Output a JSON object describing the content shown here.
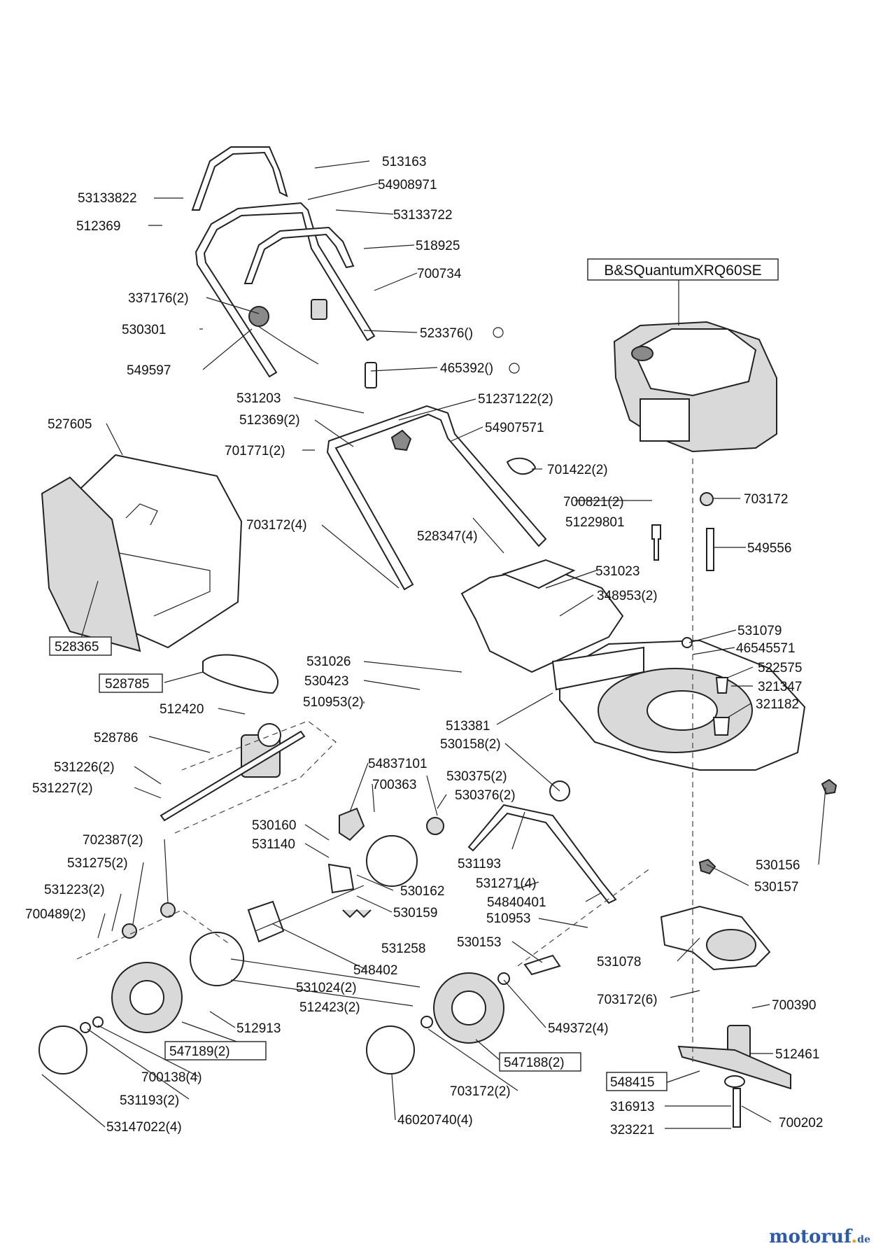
{
  "engine_label": "B&SQuantumXRQ60SE",
  "callouts": {
    "c513163": "513163",
    "c53133822": "53133822",
    "c54908971": "54908971",
    "c53133722": "53133722",
    "c512369": "512369",
    "c518925": "518925",
    "c700734": "700734",
    "c337176": "337176(2)",
    "c530301": "530301",
    "c523376": "523376()",
    "c549597": "549597",
    "c465392": "465392()",
    "c531203": "531203",
    "c51237122": "51237122(2)",
    "c512369b": "512369(2)",
    "c54907571": "54907571",
    "c527605": "527605",
    "c701771": "701771(2)",
    "c701422": "701422(2)",
    "c700821": "700821(2)",
    "c703172a": "703172",
    "c51229801": "51229801",
    "c703172b": "703172(4)",
    "c528347": "528347(4)",
    "c549556": "549556",
    "c531023": "531023",
    "c348953": "348953(2)",
    "c528365": "528365",
    "c531079": "531079",
    "c46545571": "46545571",
    "c522575": "522575",
    "c531026": "531026",
    "c321347": "321347",
    "c530423": "530423",
    "c528785": "528785",
    "c510953a": "510953(2)",
    "c321182": "321182",
    "c512420": "512420",
    "c513381": "513381",
    "c528786": "528786",
    "c530158": "530158(2)",
    "c54837101": "54837101",
    "c531226": "531226(2)",
    "c530375": "530375(2)",
    "c700363": "700363",
    "c531227": "531227(2)",
    "c530376": "530376(2)",
    "c530160": "530160",
    "c531140": "531140",
    "c702387": "702387(2)",
    "c531193a": "531193",
    "c530156": "530156",
    "c531275": "531275(2)",
    "c531271": "531271(4)",
    "c530162": "530162",
    "c530157": "530157",
    "c531223": "531223(2)",
    "c54840401": "54840401",
    "c530159": "530159",
    "c700489": "700489(2)",
    "c510953b": "510953",
    "c531258": "531258",
    "c530153": "530153",
    "c531078": "531078",
    "c548402": "548402",
    "c531024": "531024(2)",
    "c703172c": "703172(6)",
    "c512423": "512423(2)",
    "c700390": "700390",
    "c512913": "512913",
    "c549372": "549372(4)",
    "c547189": "547189(2)",
    "c512461": "512461",
    "c700138": "700138(4)",
    "c547188": "547188(2)",
    "c548415": "548415",
    "c531193b": "531193(2)",
    "c703172d": "703172(2)",
    "c316913": "316913",
    "c700202": "700202",
    "c53147022": "53147022(4)",
    "c46020740": "46020740(4)",
    "c323221": "323221"
  },
  "watermark": {
    "brand": "motoruf",
    "dot": ".",
    "tld": "de"
  }
}
